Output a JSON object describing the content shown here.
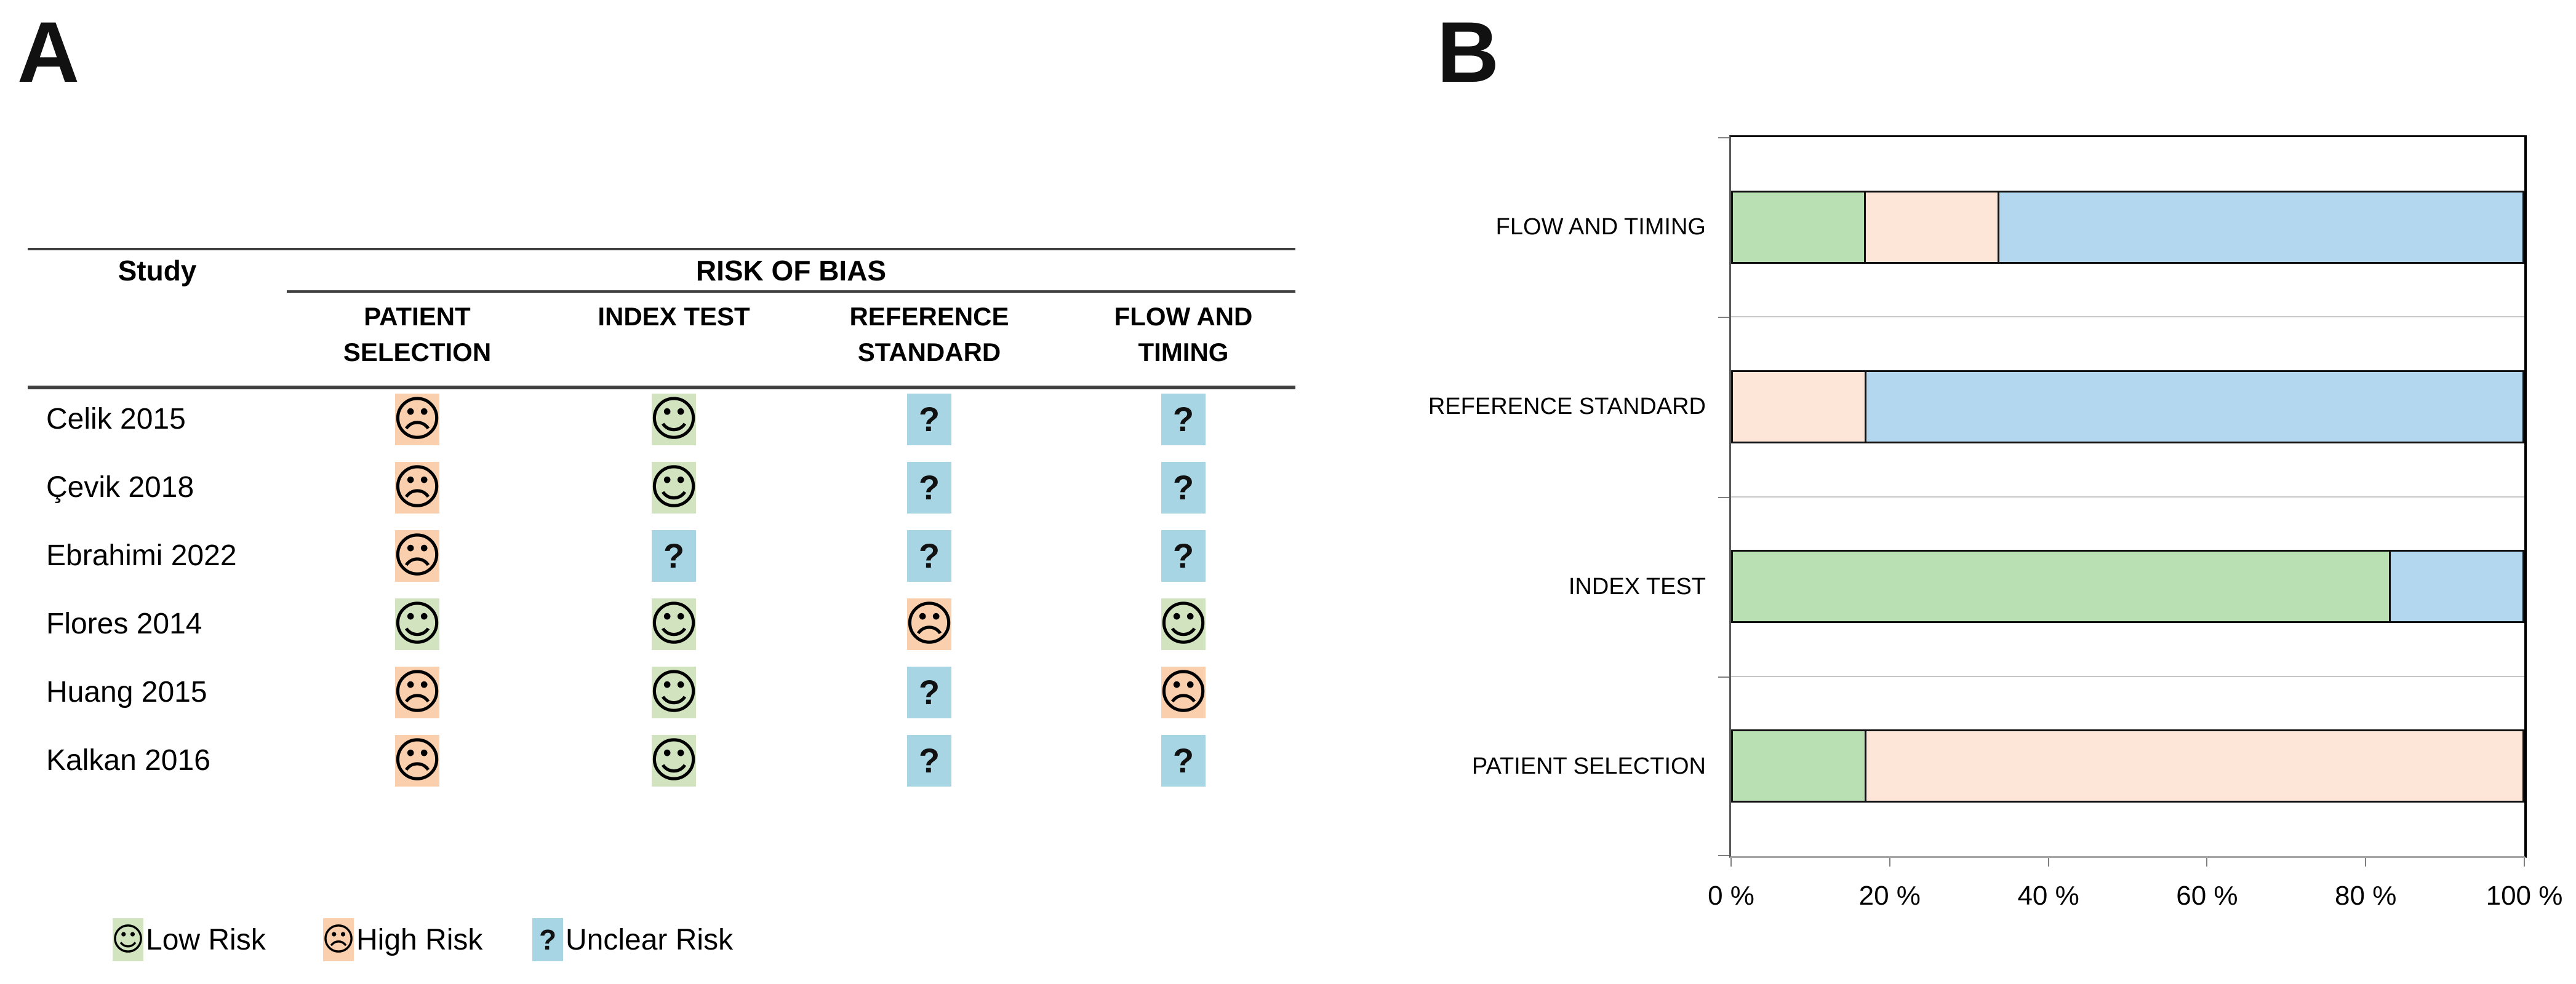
{
  "panelA": {
    "label": "A",
    "table": {
      "study_header": "Study",
      "group_header": "RISK OF BIAS",
      "columns": [
        "PATIENT\nSELECTION",
        "INDEX TEST",
        "REFERENCE\nSTANDARD",
        "FLOW AND\nTIMING"
      ],
      "rows": [
        {
          "study": "Celik 2015",
          "ratings": [
            "high",
            "low",
            "unclear",
            "unclear"
          ]
        },
        {
          "study": "Çevik 2018",
          "ratings": [
            "high",
            "low",
            "unclear",
            "unclear"
          ]
        },
        {
          "study": "Ebrahimi 2022",
          "ratings": [
            "high",
            "unclear",
            "unclear",
            "unclear"
          ]
        },
        {
          "study": "Flores 2014",
          "ratings": [
            "low",
            "low",
            "high",
            "low"
          ]
        },
        {
          "study": "Huang 2015",
          "ratings": [
            "high",
            "low",
            "unclear",
            "high"
          ]
        },
        {
          "study": "Kalkan 2016",
          "ratings": [
            "high",
            "low",
            "unclear",
            "unclear"
          ]
        }
      ]
    },
    "icons": {
      "low": "☺",
      "high": "☹",
      "unclear": "?"
    },
    "legend": [
      {
        "risk": "low",
        "label": "Low Risk"
      },
      {
        "risk": "high",
        "label": "High Risk"
      },
      {
        "risk": "unclear",
        "label": "Unclear Risk"
      }
    ]
  },
  "panelB": {
    "label": "B"
  },
  "chart_data": {
    "type": "bar",
    "orientation": "horizontal",
    "stacked": true,
    "title": "",
    "categories": [
      "FLOW AND TIMING",
      "REFERENCE STANDARD",
      "INDEX TEST",
      "PATIENT SELECTION"
    ],
    "series": [
      {
        "name": "Low Risk",
        "color": "#b8e0b2",
        "values": [
          16.7,
          0,
          83.3,
          16.7
        ]
      },
      {
        "name": "High Risk",
        "color": "#fde5d8",
        "values": [
          16.7,
          16.7,
          0,
          83.3
        ]
      },
      {
        "name": "Unclear Risk",
        "color": "#b3d7ef",
        "values": [
          66.6,
          83.3,
          16.7,
          0
        ]
      }
    ],
    "x_ticks": [
      "0 %",
      "20 %",
      "40 %",
      "60 %",
      "80 %",
      "100 %"
    ],
    "xlim": [
      0,
      100
    ],
    "gridlines": "horizontal category separators only",
    "legend_position": "none"
  },
  "colors": {
    "table_cell_low": "#d2e3c0",
    "table_cell_high": "#f9cfad",
    "table_cell_unclear": "#a7d5e4",
    "bar_low": "#b8e0b2",
    "bar_high": "#fde5d8",
    "bar_unclear": "#b3d7ef",
    "rule": "#3f3f3f",
    "axis": "#808080",
    "gridline": "#c7c7c7"
  }
}
